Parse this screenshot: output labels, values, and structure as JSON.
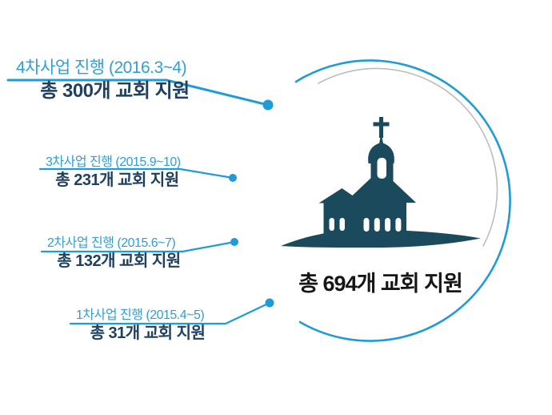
{
  "infographic": {
    "title_center": "총 694개 교회 지원",
    "callouts": [
      {
        "phase_label": "4차사업 진행 (2016.3~4)",
        "total_label": "총 300개 교회 지원"
      },
      {
        "phase_label": "3차사업 진행 (2015.9~10)",
        "total_label": "총 231개 교회 지원"
      },
      {
        "phase_label": "2차사업 진행 (2015.6~7)",
        "total_label": "총 132개 교회 지원"
      },
      {
        "phase_label": "1차사업 진행 (2015.4~5)",
        "total_label": "총 31개 교회 지원"
      }
    ],
    "icons": {
      "church_icon": "church-on-hill",
      "callout_dot": "blue-dot"
    },
    "colors": {
      "accent_blue": "#1f9cd6",
      "navy_text": "#20405f",
      "church_teal": "#1a4a5c",
      "title_text": "#161616",
      "arc_gray": "#bdbdbd"
    },
    "chart_data": {
      "type": "table",
      "title": "총 694개 교회 지원",
      "categories": [
        "1차사업 (2015.4~5)",
        "2차사업 (2015.6~7)",
        "3차사업 (2015.9~10)",
        "4차사업 (2016.3~4)"
      ],
      "values": [
        31,
        132,
        231,
        300
      ],
      "total": 694,
      "unit": "교회"
    }
  }
}
